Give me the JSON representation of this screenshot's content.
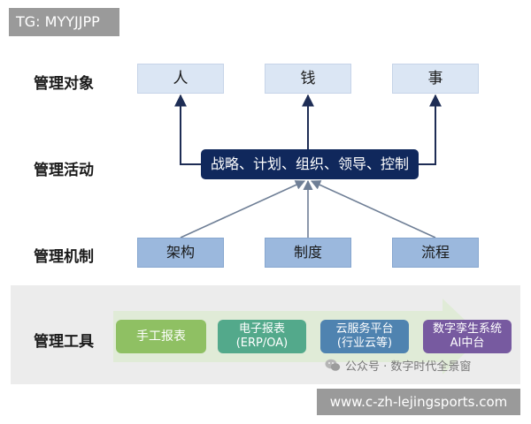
{
  "watermark": {
    "tag": "TG: MYYJJPP",
    "url": "www.c-zh-lejingsports.com",
    "wechat": "公众号 · 数字时代全景窗",
    "wechat_icon": "wechat-icon"
  },
  "rows": {
    "objects": "管理对象",
    "activities": "管理活动",
    "mechanisms": "管理机制",
    "tools": "管理工具"
  },
  "objects": [
    "人",
    "钱",
    "事"
  ],
  "activity": "战略、计划、组织、领导、控制",
  "mechanisms": [
    "架构",
    "制度",
    "流程"
  ],
  "tools": [
    {
      "line1": "手工报表",
      "line2": ""
    },
    {
      "line1": "电子报表",
      "line2": "(ERP/OA)"
    },
    {
      "line1": "云服务平台",
      "line2": "(行业云等)"
    },
    {
      "line1": "数字孪生系统",
      "line2": "AI中台"
    }
  ],
  "colors": {
    "accent": "#10285c",
    "top_box": "#dbe6f4",
    "bottom_box": "#9bb8dd",
    "tool1": "#8fc063",
    "tool2": "#53a98b",
    "tool3": "#4f83b0",
    "tool4": "#775aa0"
  }
}
